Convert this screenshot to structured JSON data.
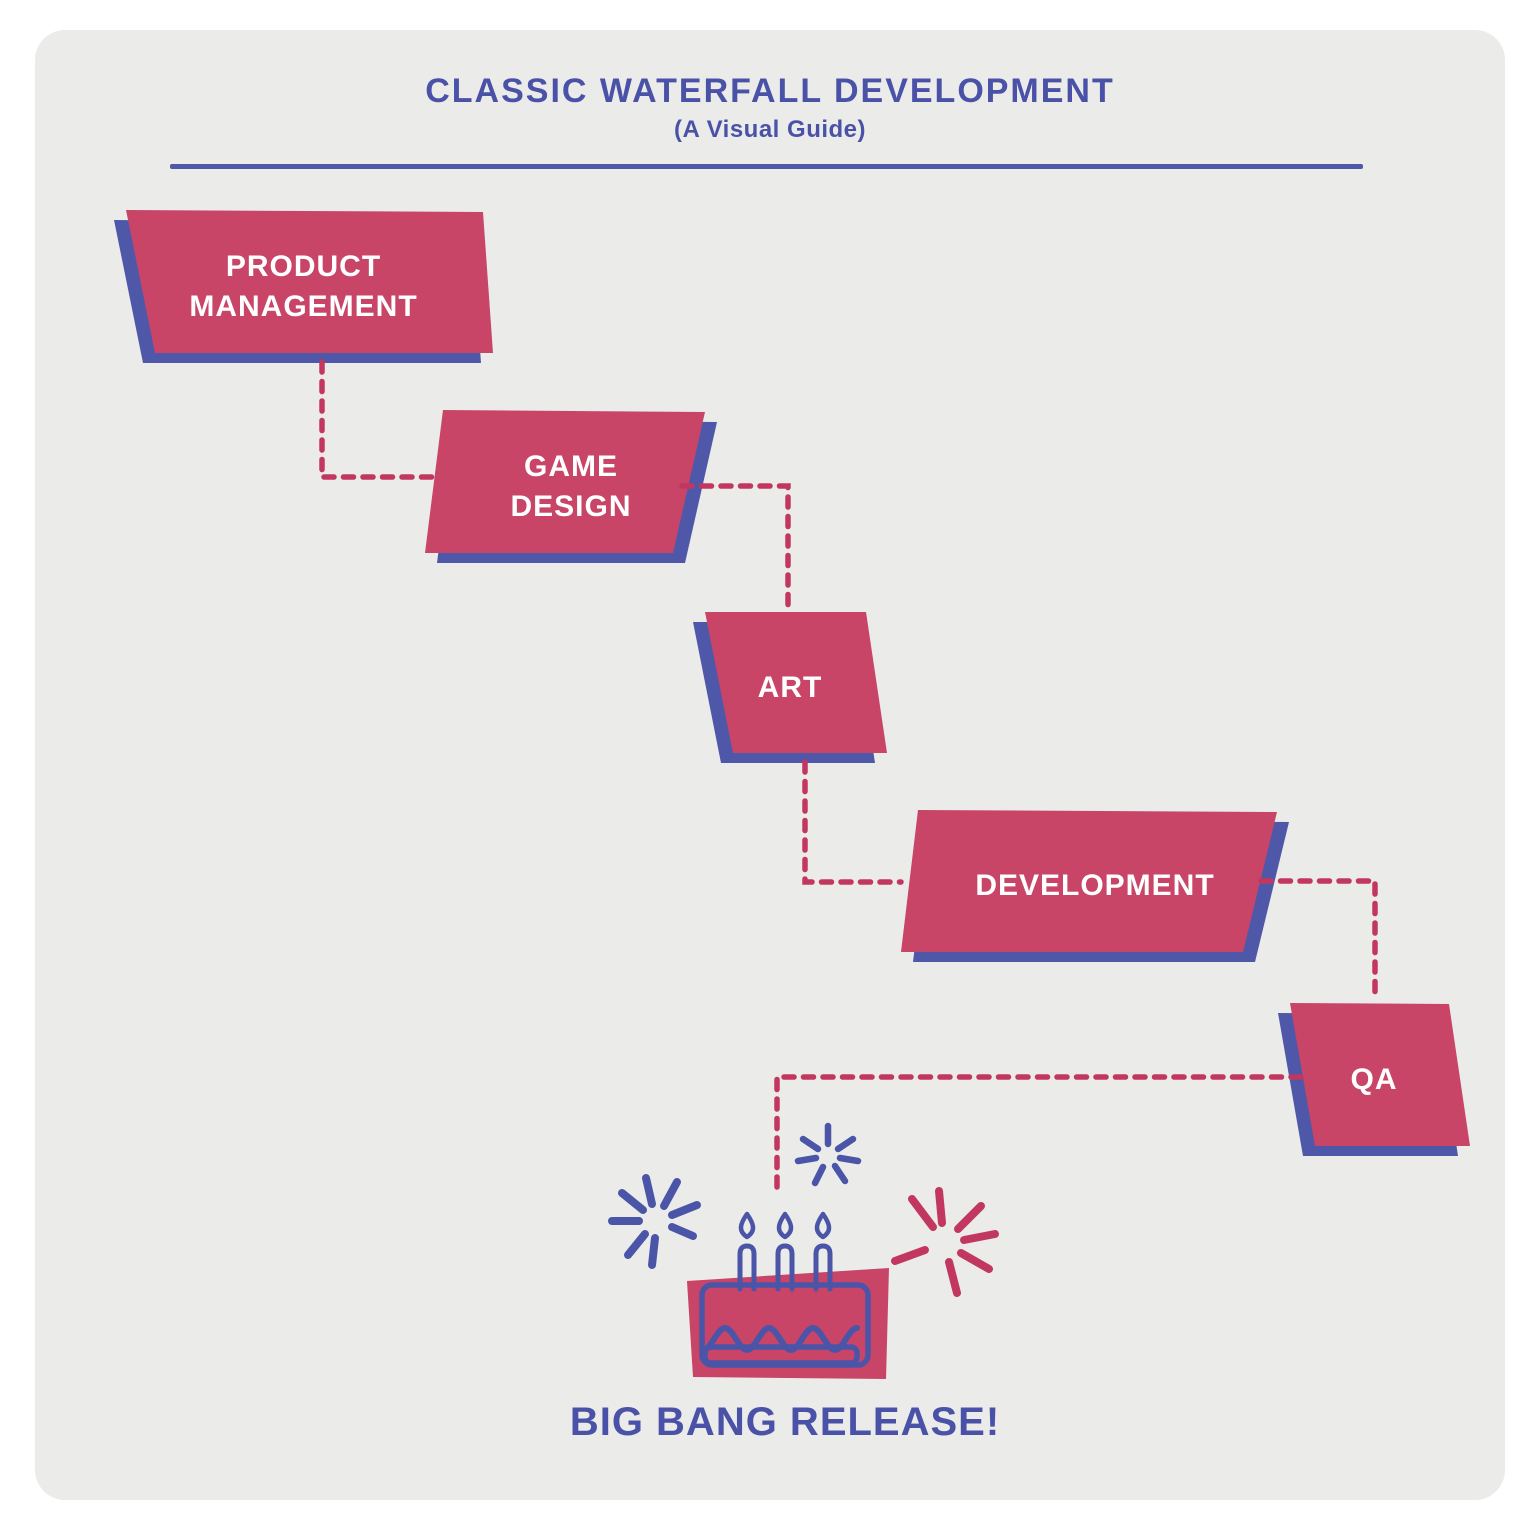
{
  "header": {
    "title": "CLASSIC WATERFALL DEVELOPMENT",
    "subtitle": "(A Visual Guide)"
  },
  "stages": [
    {
      "id": "product-management",
      "label": "PRODUCT MANAGEMENT"
    },
    {
      "id": "game-design",
      "label": "GAME DESIGN"
    },
    {
      "id": "art",
      "label": "ART"
    },
    {
      "id": "development",
      "label": "DEVELOPMENT"
    },
    {
      "id": "qa",
      "label": "QA"
    }
  ],
  "flow": {
    "connector_style": "dashed",
    "sequence": [
      "PRODUCT MANAGEMENT",
      "GAME DESIGN",
      "ART",
      "DEVELOPMENT",
      "QA",
      "BIG BANG RELEASE!"
    ]
  },
  "footer": {
    "caption": "BIG BANG RELEASE!"
  },
  "icons": [
    {
      "name": "birthday-cake-icon"
    },
    {
      "name": "firework-burst-icon"
    }
  ],
  "colors": {
    "panel_background": "#EBEBEA",
    "stage_fill": "#C84568",
    "stage_shadow": "#4F58A8",
    "stage_label_text": "#FFFFFF",
    "connector": "#C2375F",
    "text_blue": "#4A52A8",
    "burst_blue": "#4A55A8",
    "burst_pink": "#C2375F"
  }
}
